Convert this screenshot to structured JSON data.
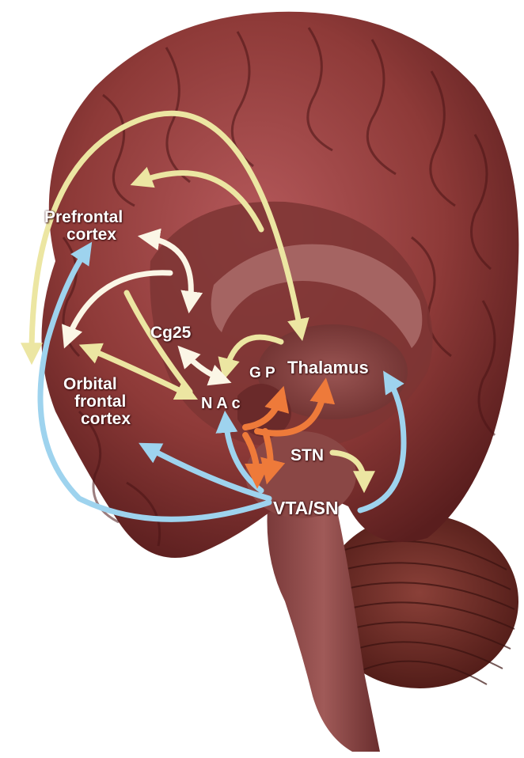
{
  "labels": {
    "prefrontal_line1": "Prefrontal",
    "prefrontal_line2": "cortex",
    "cg25": "Cg25",
    "orbital_line1": "Orbital",
    "orbital_line2": "frontal",
    "orbital_line3": "cortex",
    "nac": "N A c",
    "gp": "G P",
    "thalamus": "Thalamus",
    "stn": "STN",
    "vta_sn": "VTA/SN"
  },
  "colors": {
    "cortical_pathway": "#ece6a2",
    "limbic_pathway": "#fbf6e6",
    "dopamine_pathway": "#9ed3ee",
    "basal_ganglia_pathway": "#ee7a3a",
    "brain_tissue": "#8e3a38",
    "background": "#ffffff"
  }
}
